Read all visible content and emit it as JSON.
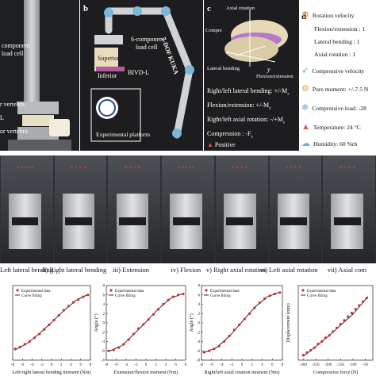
{
  "panel_a": {
    "labels": [
      "component",
      "load cell",
      "r vertebra",
      "or vertebra",
      "L"
    ]
  },
  "panel_b": {
    "letter": "b",
    "load_cell": [
      "6-component",
      "load cell"
    ],
    "robot": "7-DOF KUKA",
    "superior": "Superior",
    "inferior": "Inferior",
    "bivd": "BIVD-L",
    "platform": "Experimental platform"
  },
  "panel_c": {
    "letter": "c",
    "axial_rotation": "Axial rotation",
    "compress": "Compre",
    "lateral_bending": "Lateral bending",
    "flexion_extension": "Flexion/extension",
    "x": "x",
    "y": "y",
    "conventions": [
      "Right/left lateral bending: +/-M",
      "Flexion/extension: +/-M",
      "Right/left axial rotation: -/+M",
      "Compression : -F"
    ],
    "subscripts": [
      "x",
      "y",
      "z",
      "z"
    ],
    "positive": "Positive"
  },
  "panel_d": {
    "letter": "d",
    "items": [
      {
        "icon": "gear-icon",
        "text": "Rotation velocity"
      },
      {
        "icon": "",
        "text": "Flexion/extension : 1"
      },
      {
        "icon": "",
        "text": "Lateral bending : 1"
      },
      {
        "icon": "",
        "text": "Axial rotation : 1"
      },
      {
        "icon": "rocket-icon",
        "text": "Compressive velocity"
      },
      {
        "icon": "moment-icon",
        "text": "Pure moment: +/-7.5 N"
      },
      {
        "icon": "snowflake-icon",
        "text": "Compressive load: -28"
      },
      {
        "icon": "warning-icon",
        "text": "Temperature: 24 °C"
      },
      {
        "icon": "humidity-icon",
        "text": "Humidity: 60 %rh"
      }
    ]
  },
  "photo_strip": {
    "captions": [
      "Left lateral bending",
      "ii) Right lateral bending",
      "iii) Extension",
      "iv) Flexion",
      "v) Right axial rotation",
      "vi) Left axial rotation",
      "vii) Axial com"
    ]
  },
  "legend": {
    "experimental": "Experimental data",
    "fitting": "Curve fitting"
  },
  "chart_data": [
    {
      "type": "scatter",
      "title": "",
      "xlabel": "Left/right lateral bending moment (Nm)",
      "ylabel": "",
      "xticks": [
        "-8",
        "-6",
        "-4",
        "-2",
        "0",
        "2",
        "4",
        "6",
        "8"
      ],
      "yticks": [],
      "xlim": [
        -8,
        8
      ],
      "ylim": [
        -8,
        8
      ],
      "series": [
        {
          "name": "Experimental data",
          "points": [
            [
              -7.5,
              -5.6
            ],
            [
              -6.5,
              -5.2
            ],
            [
              -5.5,
              -4.6
            ],
            [
              -4.5,
              -4.0
            ],
            [
              -3.5,
              -3.2
            ],
            [
              -2.5,
              -2.4
            ],
            [
              -1.5,
              -1.4
            ],
            [
              -0.5,
              -0.4
            ],
            [
              0.5,
              0.6
            ],
            [
              1.5,
              1.6
            ],
            [
              2.5,
              2.7
            ],
            [
              3.5,
              3.6
            ],
            [
              4.5,
              4.4
            ],
            [
              5.5,
              5.0
            ],
            [
              6.5,
              5.6
            ],
            [
              7.5,
              6.0
            ]
          ]
        },
        {
          "name": "Curve fitting",
          "points": [
            [
              -7.5,
              -5.8
            ],
            [
              -5,
              -4.4
            ],
            [
              -2.5,
              -2.3
            ],
            [
              0,
              0.1
            ],
            [
              2.5,
              2.6
            ],
            [
              5,
              4.8
            ],
            [
              7.5,
              6.1
            ]
          ]
        }
      ]
    },
    {
      "type": "scatter",
      "title": "",
      "xlabel": "Extension/flexion moment (Nm)",
      "ylabel": "Angle (°)",
      "xticks": [
        "-8",
        "-6",
        "-4",
        "-2",
        "0",
        "2",
        "4",
        "6",
        "8"
      ],
      "yticks": [
        "-8",
        "-6",
        "-4",
        "-2",
        "0",
        "2",
        "4",
        "6",
        "8"
      ],
      "xlim": [
        -8,
        8
      ],
      "ylim": [
        -8,
        8
      ],
      "series": [
        {
          "name": "Experimental data",
          "points": [
            [
              -7.5,
              -6.0
            ],
            [
              -6.5,
              -5.8
            ],
            [
              -5.5,
              -5.3
            ],
            [
              -4.5,
              -4.6
            ],
            [
              -3.5,
              -3.6
            ],
            [
              -2.5,
              -2.4
            ],
            [
              -1.5,
              -1.2
            ],
            [
              -0.5,
              -0.3
            ],
            [
              0.5,
              0.7
            ],
            [
              1.5,
              1.8
            ],
            [
              2.5,
              2.9
            ],
            [
              3.5,
              4.0
            ],
            [
              4.5,
              4.9
            ],
            [
              5.5,
              5.6
            ],
            [
              6.5,
              6.0
            ],
            [
              7.5,
              6.2
            ]
          ]
        },
        {
          "name": "Curve fitting",
          "points": [
            [
              -7.5,
              -6.1
            ],
            [
              -5,
              -5.0
            ],
            [
              -2.5,
              -2.5
            ],
            [
              0,
              0.2
            ],
            [
              2.5,
              3.0
            ],
            [
              5,
              5.3
            ],
            [
              7.5,
              6.3
            ]
          ]
        }
      ]
    },
    {
      "type": "scatter",
      "title": "",
      "xlabel": "Right/left axial rotation moment (Nm)",
      "ylabel": "Angle (°)",
      "xticks": [
        "-8",
        "-6",
        "-4",
        "-2",
        "0",
        "2",
        "4",
        "6",
        "8"
      ],
      "yticks": [
        "-8",
        "-6",
        "-4",
        "-2",
        "0",
        "2",
        "4",
        "6",
        "8"
      ],
      "xlim": [
        -8,
        8
      ],
      "ylim": [
        -8,
        8
      ],
      "series": [
        {
          "name": "Experimental data",
          "points": [
            [
              -7.5,
              -6.3
            ],
            [
              -6.5,
              -6.0
            ],
            [
              -5.5,
              -5.6
            ],
            [
              -4.5,
              -5.0
            ],
            [
              -3.5,
              -4.0
            ],
            [
              -2.5,
              -2.8
            ],
            [
              -1.5,
              -1.5
            ],
            [
              -0.5,
              -0.4
            ],
            [
              0.5,
              0.8
            ],
            [
              1.5,
              2.0
            ],
            [
              2.5,
              3.2
            ],
            [
              3.5,
              4.3
            ],
            [
              4.5,
              5.2
            ],
            [
              5.5,
              5.8
            ],
            [
              6.5,
              6.2
            ],
            [
              7.5,
              6.5
            ]
          ]
        },
        {
          "name": "Curve fitting",
          "points": [
            [
              -7.5,
              -6.4
            ],
            [
              -5,
              -5.3
            ],
            [
              -2.5,
              -2.9
            ],
            [
              0,
              0.2
            ],
            [
              2.5,
              3.3
            ],
            [
              5,
              5.6
            ],
            [
              7.5,
              6.6
            ]
          ]
        }
      ]
    },
    {
      "type": "scatter",
      "title": "",
      "xlabel": "Compressive force (N)",
      "ylabel": "Displacement (mm)",
      "xticks": [
        "-300",
        "-250",
        "-200",
        "-150",
        "-100",
        "-50"
      ],
      "yticks": [],
      "xlim": [
        -320,
        -20
      ],
      "ylim": [
        -0.5,
        0.1
      ],
      "series": [
        {
          "name": "Experimental data",
          "points": [
            [
              -300,
              -0.46
            ],
            [
              -285,
              -0.44
            ],
            [
              -270,
              -0.42
            ],
            [
              -255,
              -0.4
            ],
            [
              -240,
              -0.37
            ],
            [
              -225,
              -0.35
            ],
            [
              -210,
              -0.32
            ],
            [
              -195,
              -0.3
            ],
            [
              -180,
              -0.27
            ],
            [
              -165,
              -0.24
            ],
            [
              -150,
              -0.21
            ],
            [
              -135,
              -0.18
            ],
            [
              -120,
              -0.15
            ],
            [
              -105,
              -0.12
            ],
            [
              -90,
              -0.09
            ],
            [
              -75,
              -0.06
            ],
            [
              -60,
              -0.03
            ],
            [
              -45,
              0.0
            ]
          ]
        },
        {
          "name": "Curve fitting",
          "points": [
            [
              -300,
              -0.47
            ],
            [
              -200,
              -0.31
            ],
            [
              -100,
              -0.13
            ],
            [
              -40,
              0.01
            ]
          ]
        }
      ]
    }
  ]
}
